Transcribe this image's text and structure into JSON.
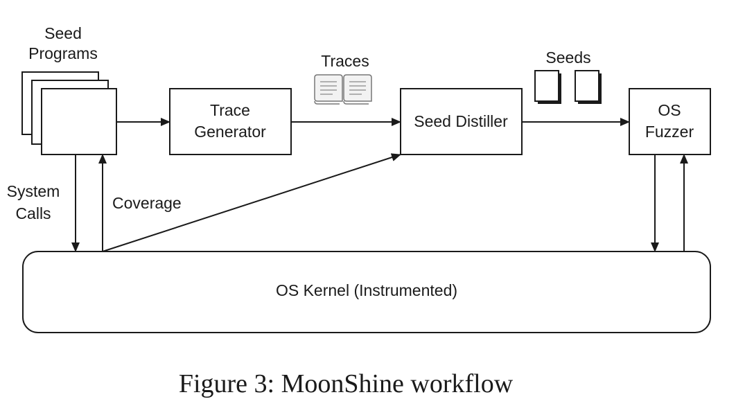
{
  "nodes": {
    "seed_programs": {
      "label_line1": "Seed",
      "label_line2": "Programs"
    },
    "trace_generator": {
      "label_line1": "Trace",
      "label_line2": "Generator"
    },
    "seed_distiller": {
      "label": "Seed Distiller"
    },
    "os_fuzzer": {
      "label_line1": "OS",
      "label_line2": "Fuzzer"
    },
    "os_kernel": {
      "label": "OS Kernel (Instrumented)"
    }
  },
  "artifacts": {
    "traces": {
      "label": "Traces",
      "icon": "scroll-icon"
    },
    "seeds": {
      "label": "Seeds",
      "icon": "document-icon"
    }
  },
  "edges": {
    "system_calls": {
      "label_line1": "System",
      "label_line2": "Calls"
    },
    "coverage": {
      "label": "Coverage"
    }
  },
  "caption": "Figure 3: MoonShine workflow"
}
